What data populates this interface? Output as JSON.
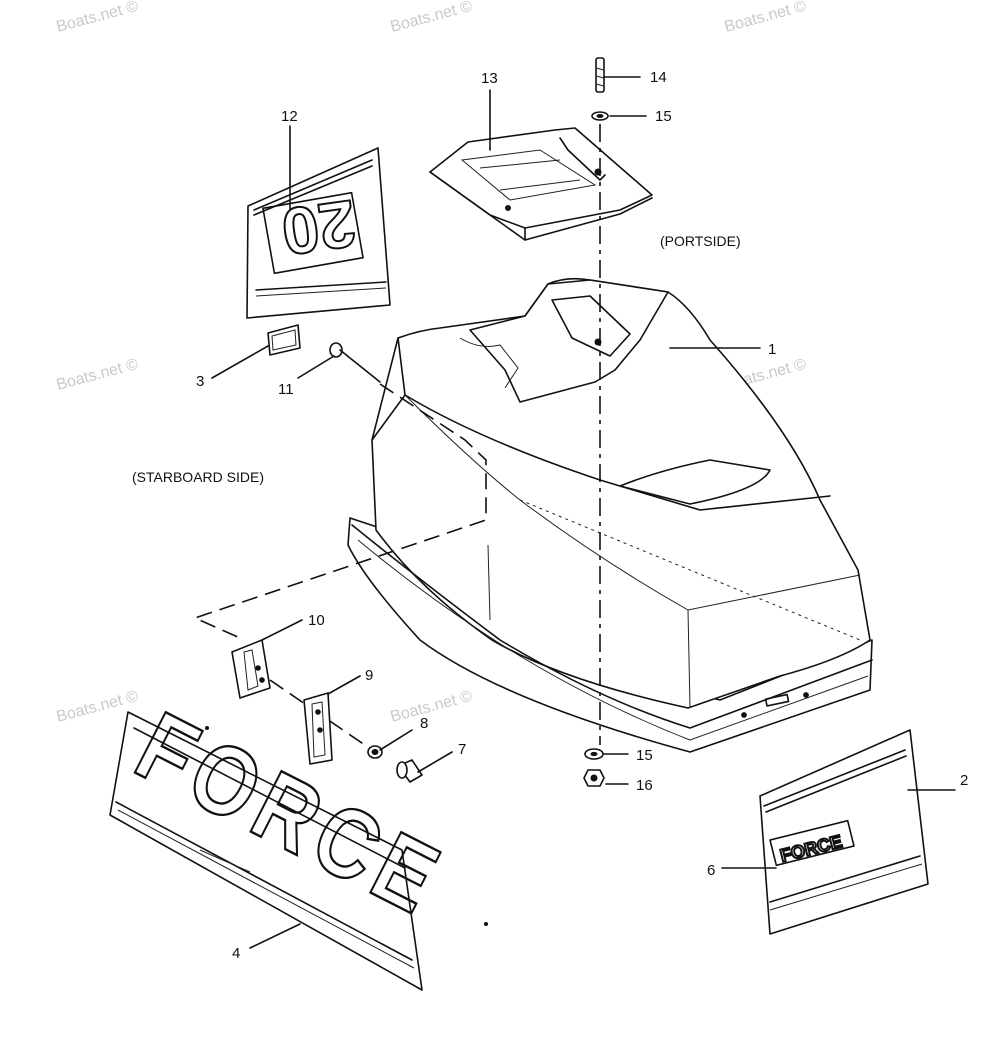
{
  "labels": {
    "portside": "(PORTSIDE)",
    "starboard": "(STARBOARD SIDE)"
  },
  "watermark": "Boats.net ©",
  "decals": {
    "number": "20",
    "brand_large": "FORCE",
    "brand_small": "FORCE"
  },
  "callouts": {
    "c1": "1",
    "c2": "2",
    "c3": "3",
    "c4": "4",
    "c6": "6",
    "c7": "7",
    "c8": "8",
    "c9": "9",
    "c10": "10",
    "c11": "11",
    "c12": "12",
    "c13": "13",
    "c14": "14",
    "c15a": "15",
    "c15b": "15",
    "c16": "16"
  }
}
